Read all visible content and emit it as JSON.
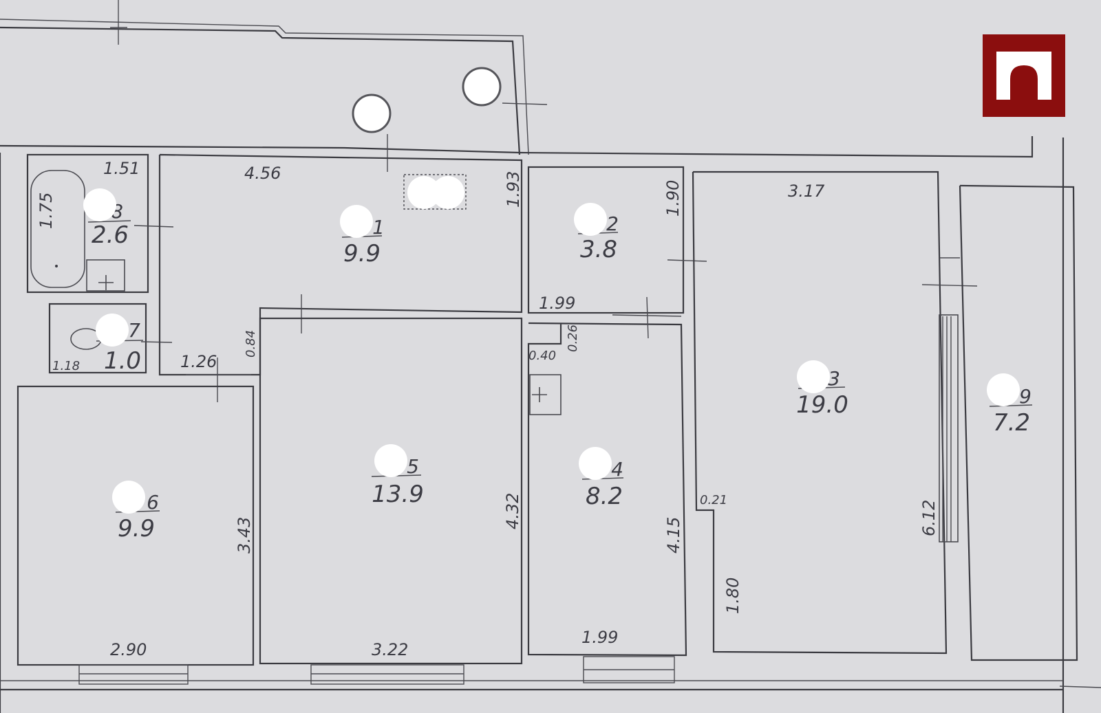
{
  "plan": {
    "rooms": [
      {
        "id": "room-bath",
        "number": "8",
        "area": "2.6"
      },
      {
        "id": "room-toilet",
        "number": "7",
        "area": "1.0"
      },
      {
        "id": "room-hall",
        "number": "1",
        "area": "9.9"
      },
      {
        "id": "room-closet",
        "number": "2",
        "area": "3.8"
      },
      {
        "id": "room-big",
        "number": "3",
        "area": "19.0"
      },
      {
        "id": "room-loggia",
        "number": "9",
        "area": "7.2"
      },
      {
        "id": "room-left",
        "number": "6",
        "area": "9.9"
      },
      {
        "id": "room-center",
        "number": "5",
        "area": "13.9"
      },
      {
        "id": "room-kitchen",
        "number": "4",
        "area": "8.2"
      }
    ],
    "dimensions": {
      "d_1_51": "1.51",
      "d_1_75": "1.75",
      "d_4_56": "4.56",
      "d_1_93": "1.93",
      "d_1_90": "1.90",
      "d_3_17": "3.17",
      "d_1_99_top": "1.99",
      "d_0_26": "0.26",
      "d_0_40": "0.40",
      "d_0_84": "0.84",
      "d_1_26": "1.26",
      "d_1_18": "1.18",
      "d_0_21": "0.21",
      "d_3_43": "3.43",
      "d_4_32": "4.32",
      "d_4_15": "4.15",
      "d_6_12": "6.12",
      "d_1_80": "1.80",
      "d_2_90": "2.90",
      "d_3_22": "3.22",
      "d_1_99_bottom": "1.99"
    }
  },
  "colors": {
    "paper": "#dcdcdf",
    "ink": "#3a3a40",
    "logo_red": "#8b0e0e",
    "logo_white": "#ffffff"
  },
  "icons": {
    "logo": "arch-logo"
  }
}
